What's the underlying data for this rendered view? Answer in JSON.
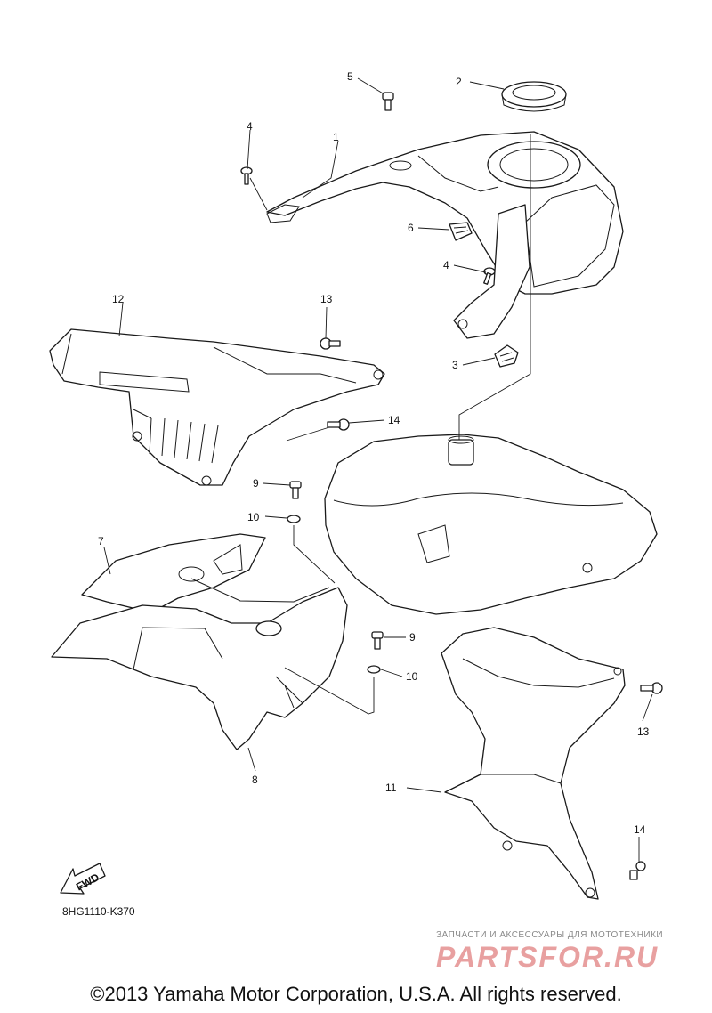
{
  "callouts": [
    {
      "id": "1",
      "label": "1"
    },
    {
      "id": "2",
      "label": "2"
    },
    {
      "id": "3",
      "label": "3"
    },
    {
      "id": "4a",
      "label": "4"
    },
    {
      "id": "4b",
      "label": "4"
    },
    {
      "id": "5",
      "label": "5"
    },
    {
      "id": "6",
      "label": "6"
    },
    {
      "id": "7",
      "label": "7"
    },
    {
      "id": "8",
      "label": "8"
    },
    {
      "id": "9a",
      "label": "9"
    },
    {
      "id": "9b",
      "label": "9"
    },
    {
      "id": "10a",
      "label": "10"
    },
    {
      "id": "10b",
      "label": "10"
    },
    {
      "id": "11",
      "label": "11"
    },
    {
      "id": "12",
      "label": "12"
    },
    {
      "id": "13a",
      "label": "13"
    },
    {
      "id": "13b",
      "label": "13"
    },
    {
      "id": "14a",
      "label": "14"
    },
    {
      "id": "14b",
      "label": "14"
    }
  ],
  "fwd_label": "FWD",
  "diagram_code": "8HG1110-K370",
  "watermark": {
    "tagline": "ЗАПЧАСТИ И АКСЕССУАРЫ ДЛЯ МОТОТЕХНИКИ",
    "logo": "PARTSFOR.RU",
    "logo_color": "#e8a0a0"
  },
  "copyright": "©2013 Yamaha Motor Corporation, U.S.A. All rights reserved."
}
